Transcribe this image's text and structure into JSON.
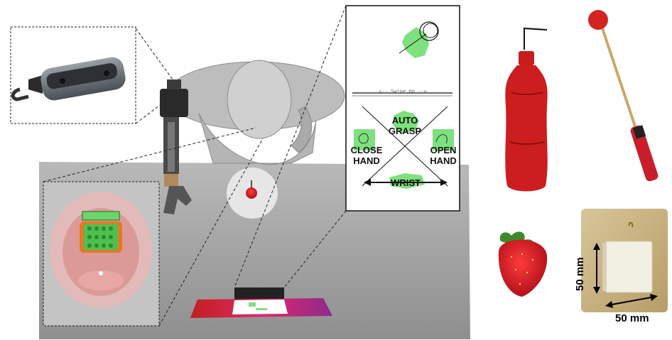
{
  "command_panel": {
    "swipe_label": "<-- Swipe Up -->",
    "auto_grasp": [
      "AUTO",
      "GRASP"
    ],
    "close_hand": [
      "CLOSE",
      "HAND"
    ],
    "open_hand": [
      "OPEN",
      "HAND"
    ],
    "wrist": "WRIST"
  },
  "objects": {
    "dimension_vertical": "50 mm",
    "dimension_horizontal": "50 mm"
  },
  "colors": {
    "highlight_green": "#7ee07e",
    "object_red": "#d32424",
    "table_gray": "#a8a8a8"
  }
}
